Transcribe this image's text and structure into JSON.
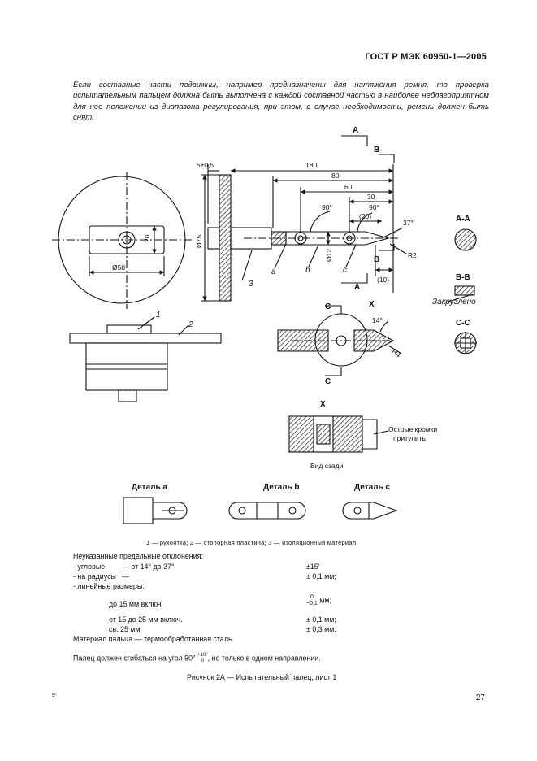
{
  "header": "ГОСТ Р МЭК 60950-1—2005",
  "intro": "Если составные части подвижны, например предназначены для натяжения ремня, то проверка испытательным пальцем должна быть выполнена с каждой составной частью в наиболее неблагоприятном для нее положении из диапазона регулирования, при этом, в случае необходимости, ремень должен быть снят.",
  "drawing": {
    "dim_180": "180",
    "dim_80a": "80",
    "dim_60": "60",
    "dim_30": "30",
    "dim_20p": "(20)",
    "dim_5": "5±0,5",
    "dim_75": "Ø75",
    "dim_50": "Ø50",
    "dim_20": "20",
    "dim_12": "Ø12",
    "dim_10": "(10)",
    "ang_90a": "90°",
    "ang_90b": "90°",
    "ang_37": "37°",
    "ang_14": "14°",
    "r2": "R2",
    "r4": "R4",
    "label_a": "a",
    "label_b": "b",
    "label_c": "c",
    "label_3": "3",
    "label_1": "1",
    "label_2": "2",
    "sect_A": "A",
    "sect_B": "B",
    "sect_C": "C",
    "sect_X": "X",
    "view_AA": "A-A",
    "view_BB": "B-B",
    "view_CC": "C-C",
    "zakrugleno": "Закруглено",
    "sharp_edges_1": "Острые кромки",
    "sharp_edges_2": "притупить",
    "side_view": "Вид сзади",
    "detail_a": "Деталь a",
    "detail_b": "Деталь b",
    "detail_c": "Деталь c"
  },
  "legend": {
    "n1": "1",
    "t1": " — рукоятка; ",
    "n2": "2",
    "t2": " — стопорная пластина; ",
    "n3": "3",
    "t3": " — изоляционный материал"
  },
  "notes": {
    "title": "Неуказанные предельные отклонения:",
    "angular_label": "- угловые",
    "angular_range": "— от 14° до 37°",
    "angular_value": "±15′",
    "radii_label": "- на радиусы",
    "radii_dash": "—",
    "radii_value": "± 0,1 мм;",
    "linear_label": "- линейные размеры:",
    "lin1_label": "до 15 мм включ.",
    "lin1_top": "0",
    "lin1_bottom": "−0,1",
    "lin1_unit": "мм;",
    "lin2_label": "от 15 до 25 мм включ.",
    "lin2_value": "± 0,1 мм;",
    "lin3_label": "св. 25 мм",
    "lin3_value": "± 0,3 мм.",
    "material": "Материал пальца — термообработанная сталь.",
    "bend_prefix": "Палец должен сгибаться на угол 90°",
    "bend_tol_top": "+10",
    "bend_tol_bottom": "0",
    "bend_tol_sup": "°",
    "bend_suffix": ", но только в одном направлении."
  },
  "caption": "Рисунок 2А — Испытательный палец, лист 1",
  "sheet_mark": "5*",
  "page_number": "27"
}
